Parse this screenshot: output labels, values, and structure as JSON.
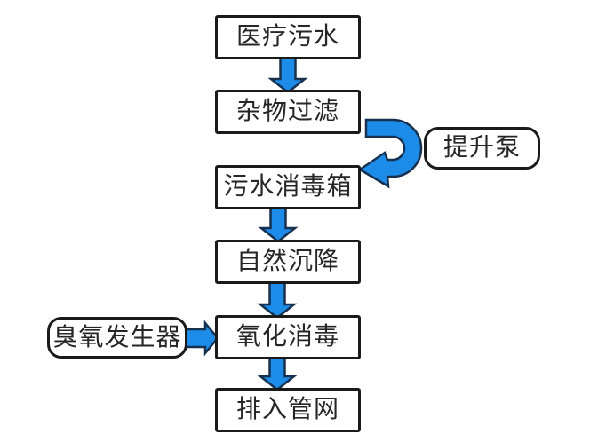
{
  "diagram": {
    "type": "flowchart",
    "orientation": "vertical",
    "nodes": [
      {
        "id": "medical-sewage",
        "label": "医疗污水",
        "shape": "rect"
      },
      {
        "id": "debris-filter",
        "label": "杂物过滤",
        "shape": "rect"
      },
      {
        "id": "sewage-disinfection-tank",
        "label": "污水消毒箱",
        "shape": "rect"
      },
      {
        "id": "natural-settling",
        "label": "自然沉降",
        "shape": "rect"
      },
      {
        "id": "oxidation-disinfection",
        "label": "氧化消毒",
        "shape": "rect"
      },
      {
        "id": "discharge-pipe-network",
        "label": "排入管网",
        "shape": "rect"
      },
      {
        "id": "lift-pump",
        "label": "提升泵",
        "shape": "rounded"
      },
      {
        "id": "ozone-generator",
        "label": "臭氧发生器",
        "shape": "rounded"
      }
    ],
    "edges": [
      {
        "from": "medical-sewage",
        "to": "debris-filter",
        "style": "block-arrow-down"
      },
      {
        "from": "debris-filter",
        "to": "sewage-disinfection-tank",
        "style": "block-arrow-u-turn-right",
        "via_label": "lift-pump"
      },
      {
        "from": "sewage-disinfection-tank",
        "to": "natural-settling",
        "style": "block-arrow-down"
      },
      {
        "from": "natural-settling",
        "to": "oxidation-disinfection",
        "style": "block-arrow-down"
      },
      {
        "from": "oxidation-disinfection",
        "to": "discharge-pipe-network",
        "style": "block-arrow-down"
      },
      {
        "from": "ozone-generator",
        "to": "oxidation-disinfection",
        "style": "block-arrow-right"
      }
    ]
  },
  "colors": {
    "background": "#ffffff",
    "box_fill": "#ffffff",
    "box_border": "#1a1a1a",
    "text": "#262626",
    "arrow_fill": "#1d8ce8",
    "arrow_stroke": "#16304f"
  }
}
